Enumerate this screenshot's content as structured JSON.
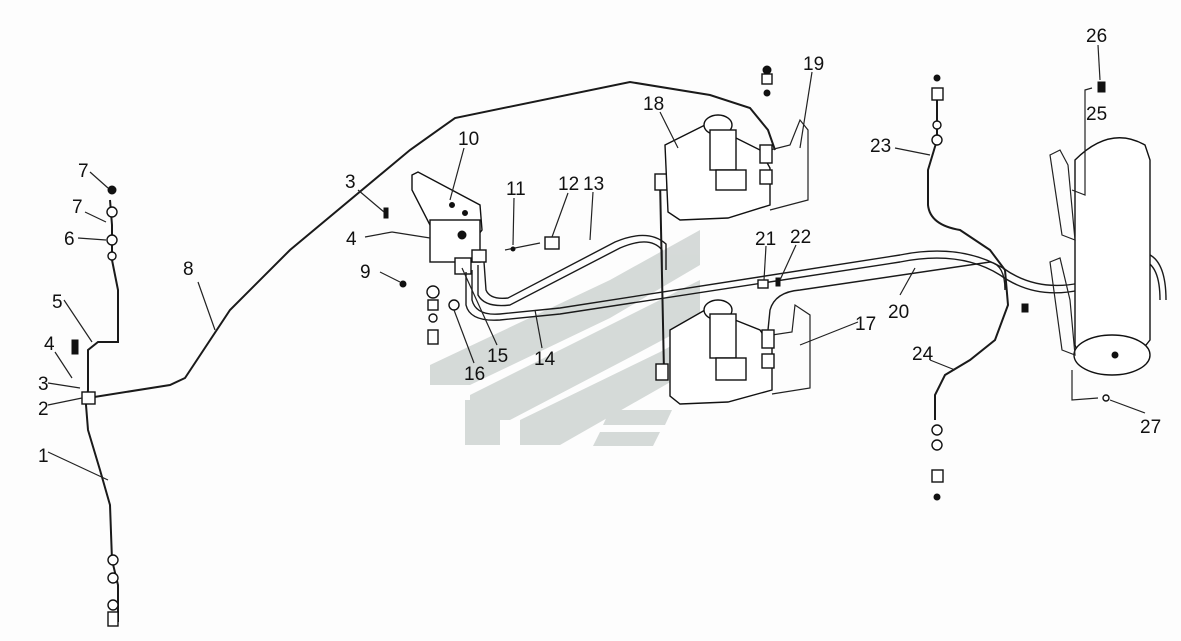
{
  "labels": [
    "1",
    "2",
    "3",
    "4",
    "5",
    "6",
    "7",
    "7",
    "8",
    "3",
    "4",
    "9",
    "10",
    "11",
    "12",
    "13",
    "14",
    "15",
    "16",
    "17",
    "18",
    "19",
    "20",
    "21",
    "22",
    "23",
    "24",
    "25",
    "26",
    "27"
  ],
  "colors": {
    "line": "#1a1a1a",
    "watermark": "#cdd2d0",
    "background": "#fdfdfd"
  }
}
